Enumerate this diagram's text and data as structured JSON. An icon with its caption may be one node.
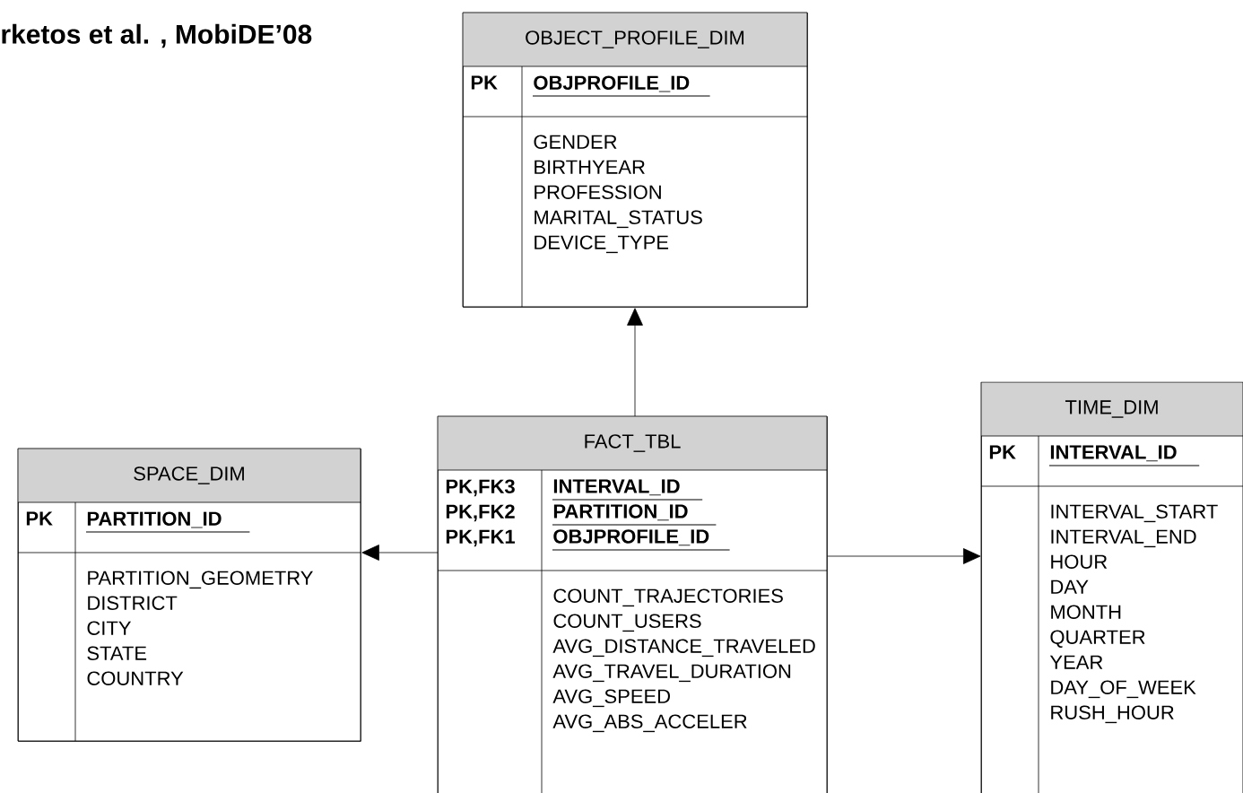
{
  "diagram": {
    "title": "rketos et al. , MobiDE’08",
    "nodes": [
      {
        "text": [
          "OBJECT_PROFILE_DIM",
          "PK",
          "OBJPROFILE_ID",
          "GENDER BIRTHYEAR PROFESSION MARITAL_STATUS DEVICE_TYPE"
        ]
      },
      {
        "text": [
          "SPACE_DIM",
          "PK",
          "PARTITION_ID",
          "PARTITION_GEOMETRY DISTRICT CITY STATE COUNTRY"
        ]
      },
      {
        "text": [
          "FACT_TBL",
          "PK,FK3 PK,FK2 PK,FK1",
          "INTERVAL_ID PARTITION_ID OBJPROFILE_ID",
          "COUNT_TRAJECTORIES COUNT_USERS AVG_DISTANCE_TRAVELED AVG_TRAVEL_DURATION AVG_SPEED AVG_ABS_ACCELER"
        ]
      },
      {
        "text": [
          "TIME_DIM",
          "PK",
          "INTERVAL_ID",
          "INTERVAL_START INTERVAL_END HOUR DAY MONTH QUARTER YEAR DAY_OF_WEEK RUSH_HOUR"
        ]
      }
    ],
    "edges": [
      {
        "from": 2,
        "to": 0,
        "arrow": "to"
      },
      {
        "from": 2,
        "to": 1,
        "arrow": "to"
      },
      {
        "from": 2,
        "to": 3,
        "arrow": "to"
      }
    ]
  }
}
